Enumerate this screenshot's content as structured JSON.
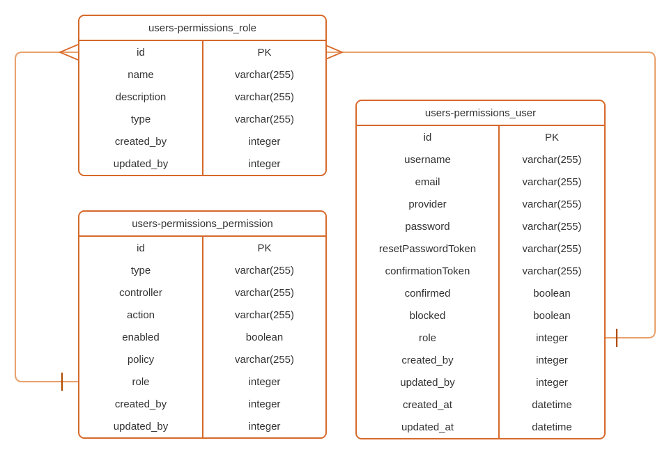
{
  "colors": {
    "table_border": "#D6692A",
    "connector_line": "#E9A06B",
    "crowsfoot_marker": "#D6692A",
    "one_tick_marker": "#AE4A00",
    "text": "#333333",
    "background": "#FFFFFF"
  },
  "tables": [
    {
      "title": "users-permissions_role",
      "fields": [
        {
          "name": "id",
          "type": "PK"
        },
        {
          "name": "name",
          "type": "varchar(255)"
        },
        {
          "name": "description",
          "type": "varchar(255)"
        },
        {
          "name": "type",
          "type": "varchar(255)"
        },
        {
          "name": "created_by",
          "type": "integer"
        },
        {
          "name": "updated_by",
          "type": "integer"
        }
      ]
    },
    {
      "title": "users-permissions_permission",
      "fields": [
        {
          "name": "id",
          "type": "PK"
        },
        {
          "name": "type",
          "type": "varchar(255)"
        },
        {
          "name": "controller",
          "type": "varchar(255)"
        },
        {
          "name": "action",
          "type": "varchar(255)"
        },
        {
          "name": "enabled",
          "type": "boolean"
        },
        {
          "name": "policy",
          "type": "varchar(255)"
        },
        {
          "name": "role",
          "type": "integer"
        },
        {
          "name": "created_by",
          "type": "integer"
        },
        {
          "name": "updated_by",
          "type": "integer"
        }
      ]
    },
    {
      "title": "users-permissions_user",
      "fields": [
        {
          "name": "id",
          "type": "PK"
        },
        {
          "name": "username",
          "type": "varchar(255)"
        },
        {
          "name": "email",
          "type": "varchar(255)"
        },
        {
          "name": "provider",
          "type": "varchar(255)"
        },
        {
          "name": "password",
          "type": "varchar(255)"
        },
        {
          "name": "resetPasswordToken",
          "type": "varchar(255)"
        },
        {
          "name": "confirmationToken",
          "type": "varchar(255)"
        },
        {
          "name": "confirmed",
          "type": "boolean"
        },
        {
          "name": "blocked",
          "type": "boolean"
        },
        {
          "name": "role",
          "type": "integer"
        },
        {
          "name": "created_by",
          "type": "integer"
        },
        {
          "name": "updated_by",
          "type": "integer"
        },
        {
          "name": "created_at",
          "type": "datetime"
        },
        {
          "name": "updated_at",
          "type": "datetime"
        }
      ]
    }
  ],
  "relationships": [
    {
      "from_table": "users-permissions_role",
      "from_field": "id",
      "from_cardinality": "many",
      "to_table": "users-permissions_permission",
      "to_field": "role",
      "to_cardinality": "one"
    },
    {
      "from_table": "users-permissions_role",
      "from_field": "id",
      "from_cardinality": "many",
      "to_table": "users-permissions_user",
      "to_field": "role",
      "to_cardinality": "one"
    }
  ]
}
